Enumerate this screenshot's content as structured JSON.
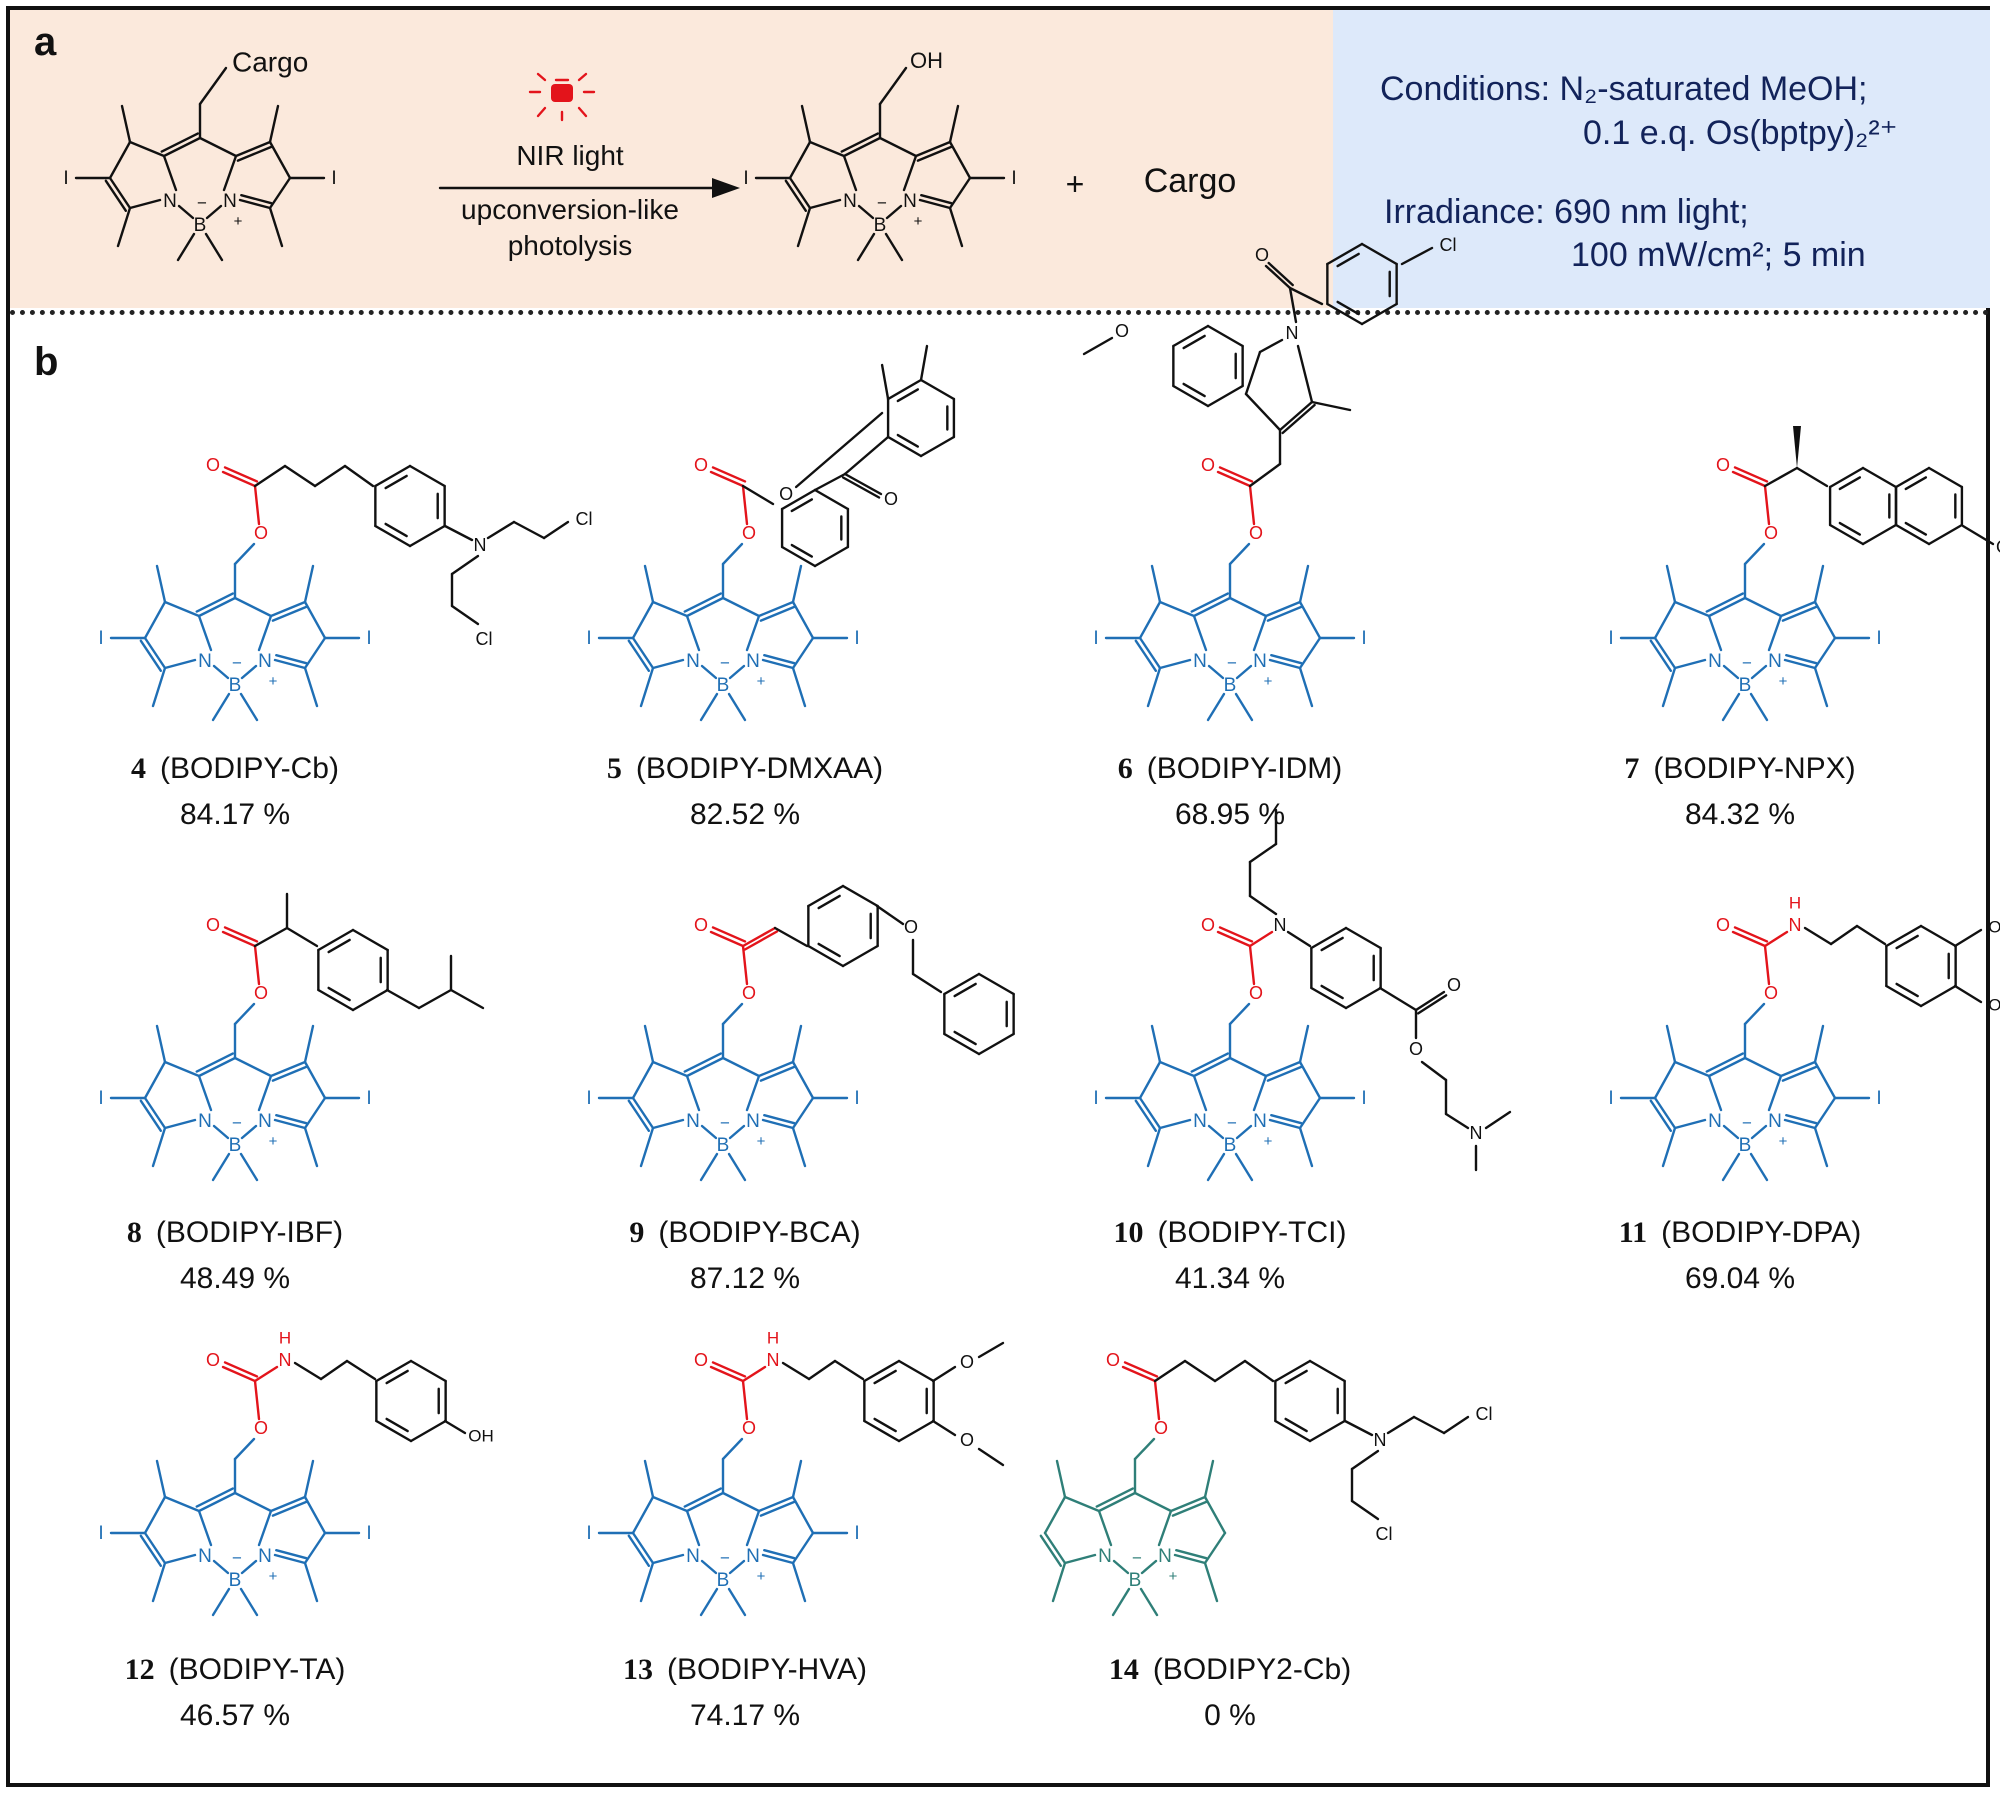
{
  "panel_a": {
    "label": "a",
    "reactant_substituent": "Cargo",
    "product_substituent": "OH",
    "arrow_top": "NIR light",
    "arrow_bottom_1": "upconversion-like",
    "arrow_bottom_2": "photolysis",
    "plus": "+",
    "released": "Cargo",
    "conditions_line1": "Conditions: N₂-saturated MeOH;",
    "conditions_line2": "0.1 e.q. Os(bptpy)₂²⁺",
    "irradiance_line1": "Irradiance: 690 nm light;",
    "irradiance_line2": "100 mW/cm²; 5 min"
  },
  "panel_b": {
    "label": "b",
    "compounds": [
      {
        "num": "4",
        "name": "(BODIPY-Cb)",
        "yield": "84.17 %",
        "cargo": "chlorambucil"
      },
      {
        "num": "5",
        "name": "(BODIPY-DMXAA)",
        "yield": "82.52 %",
        "cargo": "dmxaa"
      },
      {
        "num": "6",
        "name": "(BODIPY-IDM)",
        "yield": "68.95 %",
        "cargo": "indomethacin"
      },
      {
        "num": "7",
        "name": "(BODIPY-NPX)",
        "yield": "84.32 %",
        "cargo": "naproxen"
      },
      {
        "num": "8",
        "name": "(BODIPY-IBF)",
        "yield": "48.49 %",
        "cargo": "ibuprofen"
      },
      {
        "num": "9",
        "name": "(BODIPY-BCA)",
        "yield": "87.12 %",
        "cargo": "benzyloxycinnamic-acid"
      },
      {
        "num": "10",
        "name": "(BODIPY-TCI)",
        "yield": "41.34 %",
        "cargo": "tetracaine"
      },
      {
        "num": "11",
        "name": "(BODIPY-DPA)",
        "yield": "69.04 %",
        "cargo": "dopamine"
      },
      {
        "num": "12",
        "name": "(BODIPY-TA)",
        "yield": "46.57 %",
        "cargo": "tyramine"
      },
      {
        "num": "13",
        "name": "(BODIPY-HVA)",
        "yield": "74.17 %",
        "cargo": "homoveratrylamine"
      },
      {
        "num": "14",
        "name": "(BODIPY2-Cb)",
        "yield": "0 %",
        "cargo": "chlorambucil"
      }
    ]
  },
  "atoms": {
    "I": "I",
    "N": "N",
    "B": "B",
    "O": "O",
    "Cl": "Cl",
    "H": "H",
    "OH": "OH",
    "plus": "+",
    "minus": "−"
  },
  "colors": {
    "core_blue": "#1f6fb5",
    "core_green": "#2f7f78",
    "carbonyl_red": "#e3141b",
    "cargo_black": "#111111",
    "panel_a_left": "#fbe9dc",
    "panel_a_right": "#dde9fa",
    "lamp_red": "#e3141b"
  }
}
